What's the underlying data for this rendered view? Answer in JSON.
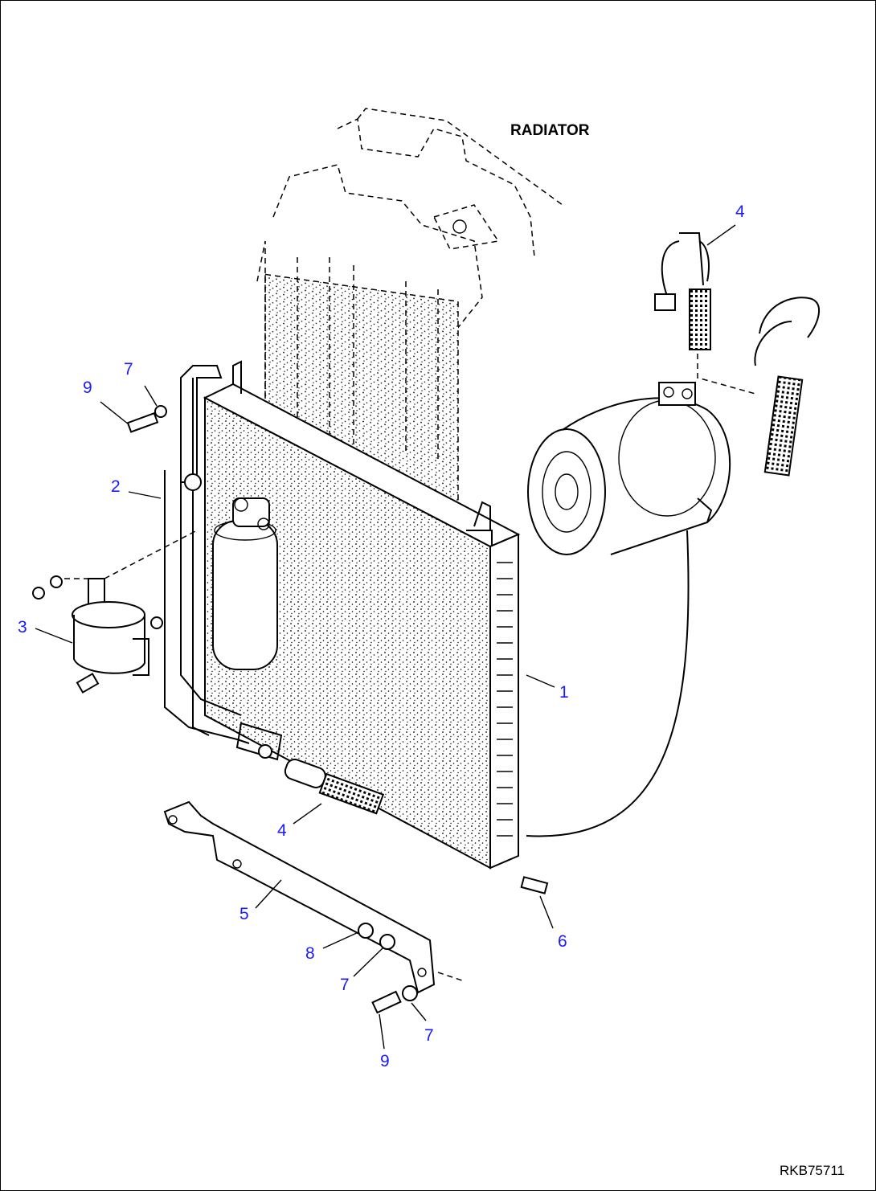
{
  "title": "RADIATOR",
  "callouts": [
    {
      "id": "c1",
      "label": "1"
    },
    {
      "id": "c2",
      "label": "2"
    },
    {
      "id": "c3",
      "label": "3"
    },
    {
      "id": "c4a",
      "label": "4"
    },
    {
      "id": "c4b",
      "label": "4"
    },
    {
      "id": "c5",
      "label": "5"
    },
    {
      "id": "c6",
      "label": "6"
    },
    {
      "id": "c7a",
      "label": "7"
    },
    {
      "id": "c7b",
      "label": "7"
    },
    {
      "id": "c7c",
      "label": "7"
    },
    {
      "id": "c8",
      "label": "8"
    },
    {
      "id": "c9a",
      "label": "9"
    },
    {
      "id": "c9b",
      "label": "9"
    }
  ],
  "reference": "RKB75711",
  "colors": {
    "callout": "#1a1aff",
    "lines": "#000000",
    "background": "#ffffff"
  }
}
